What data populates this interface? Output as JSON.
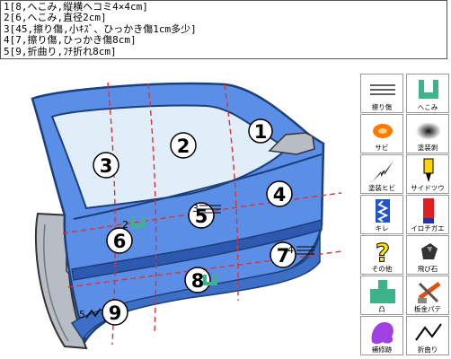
{
  "notes": [
    "1[8,へこみ,縦横ヘコミ4×4cm]",
    "2[6,へこみ,直径2cm]",
    "3[45,擦り傷,小ｷｽﾞ、ひっかき傷1cm多少]",
    "4[7,擦り傷,ひっかき傷8cm]",
    "5[9,折曲り,ﾌﾁ折れ8cm]"
  ],
  "door": {
    "body_color": "#5b8ee6",
    "glass_color": "#dfeef8",
    "outline_color": "#1d3f7a",
    "zones": [
      "1",
      "2",
      "3",
      "4",
      "5",
      "6",
      "7",
      "8",
      "9"
    ],
    "marker_labels": [
      "2",
      "3",
      "4",
      "5"
    ]
  },
  "palette": [
    {
      "label": "擦り傷",
      "icon": "scratch-lines-icon"
    },
    {
      "label": "へこみ",
      "icon": "dent-icon",
      "color": "#3cb38a"
    },
    {
      "label": "サビ",
      "icon": "rust-icon",
      "color": "#ff7a00"
    },
    {
      "label": "塗装剥",
      "icon": "paint-peel-icon"
    },
    {
      "label": "塗装ヒビ",
      "icon": "paint-crack-icon"
    },
    {
      "label": "サイドツウ",
      "icon": "side-marker-icon",
      "color": "#ffd400"
    },
    {
      "label": "キレ",
      "icon": "cut-icon",
      "color": "#2255cc"
    },
    {
      "label": "イロチガエ",
      "icon": "color-mismatch-icon",
      "color": "#e02020"
    },
    {
      "label": "その他",
      "icon": "other-question-icon",
      "color": "#ffe400"
    },
    {
      "label": "飛び石",
      "icon": "stone-chip-icon"
    },
    {
      "label": "凸",
      "icon": "bump-icon",
      "color": "#3cb38a"
    },
    {
      "label": "板金パテ",
      "icon": "putty-icon",
      "color": "#e05010"
    },
    {
      "label": "補修跡",
      "icon": "repair-mark-icon",
      "color": "#a040e0"
    },
    {
      "label": "折曲り",
      "icon": "bend-icon"
    }
  ]
}
